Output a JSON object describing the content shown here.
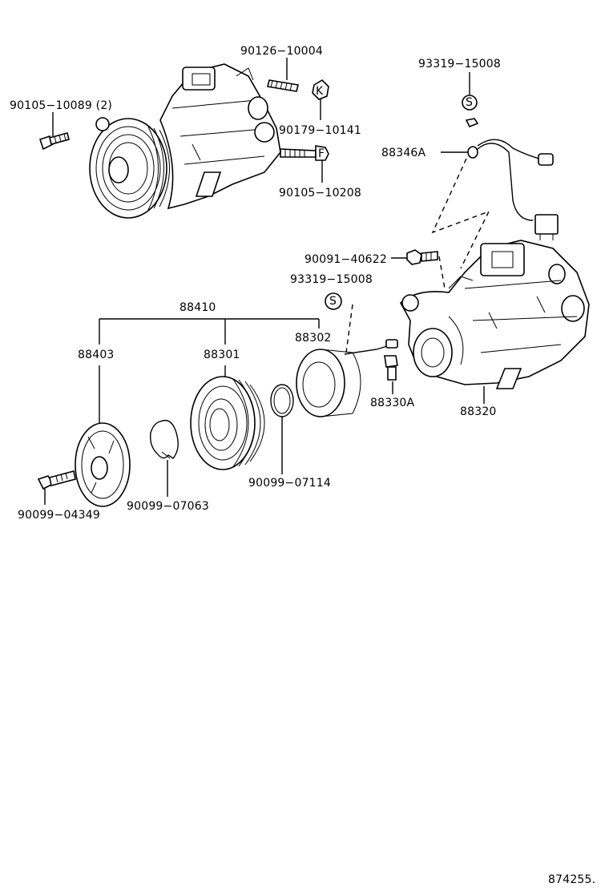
{
  "labels": {
    "p90126": "90126−10004",
    "p90105a": "90105−10089 (2)",
    "p90179": "90179−10141",
    "p90105b": "90105−10208",
    "p93319a": "93319−15008",
    "p88346": "88346A",
    "p90091": "90091−40622",
    "p93319b": "93319−15008",
    "p88410": "88410",
    "p88403": "88403",
    "p88301": "88301",
    "p88302": "88302",
    "p88330": "88330A",
    "p88320": "88320",
    "p90099a": "90099−07114",
    "p90099b": "90099−07063",
    "p90099c": "90099−04349",
    "s_mark1": "S",
    "s_mark2": "S",
    "k_mark": "K",
    "f_mark": "F"
  },
  "footer": {
    "code": "874255."
  }
}
